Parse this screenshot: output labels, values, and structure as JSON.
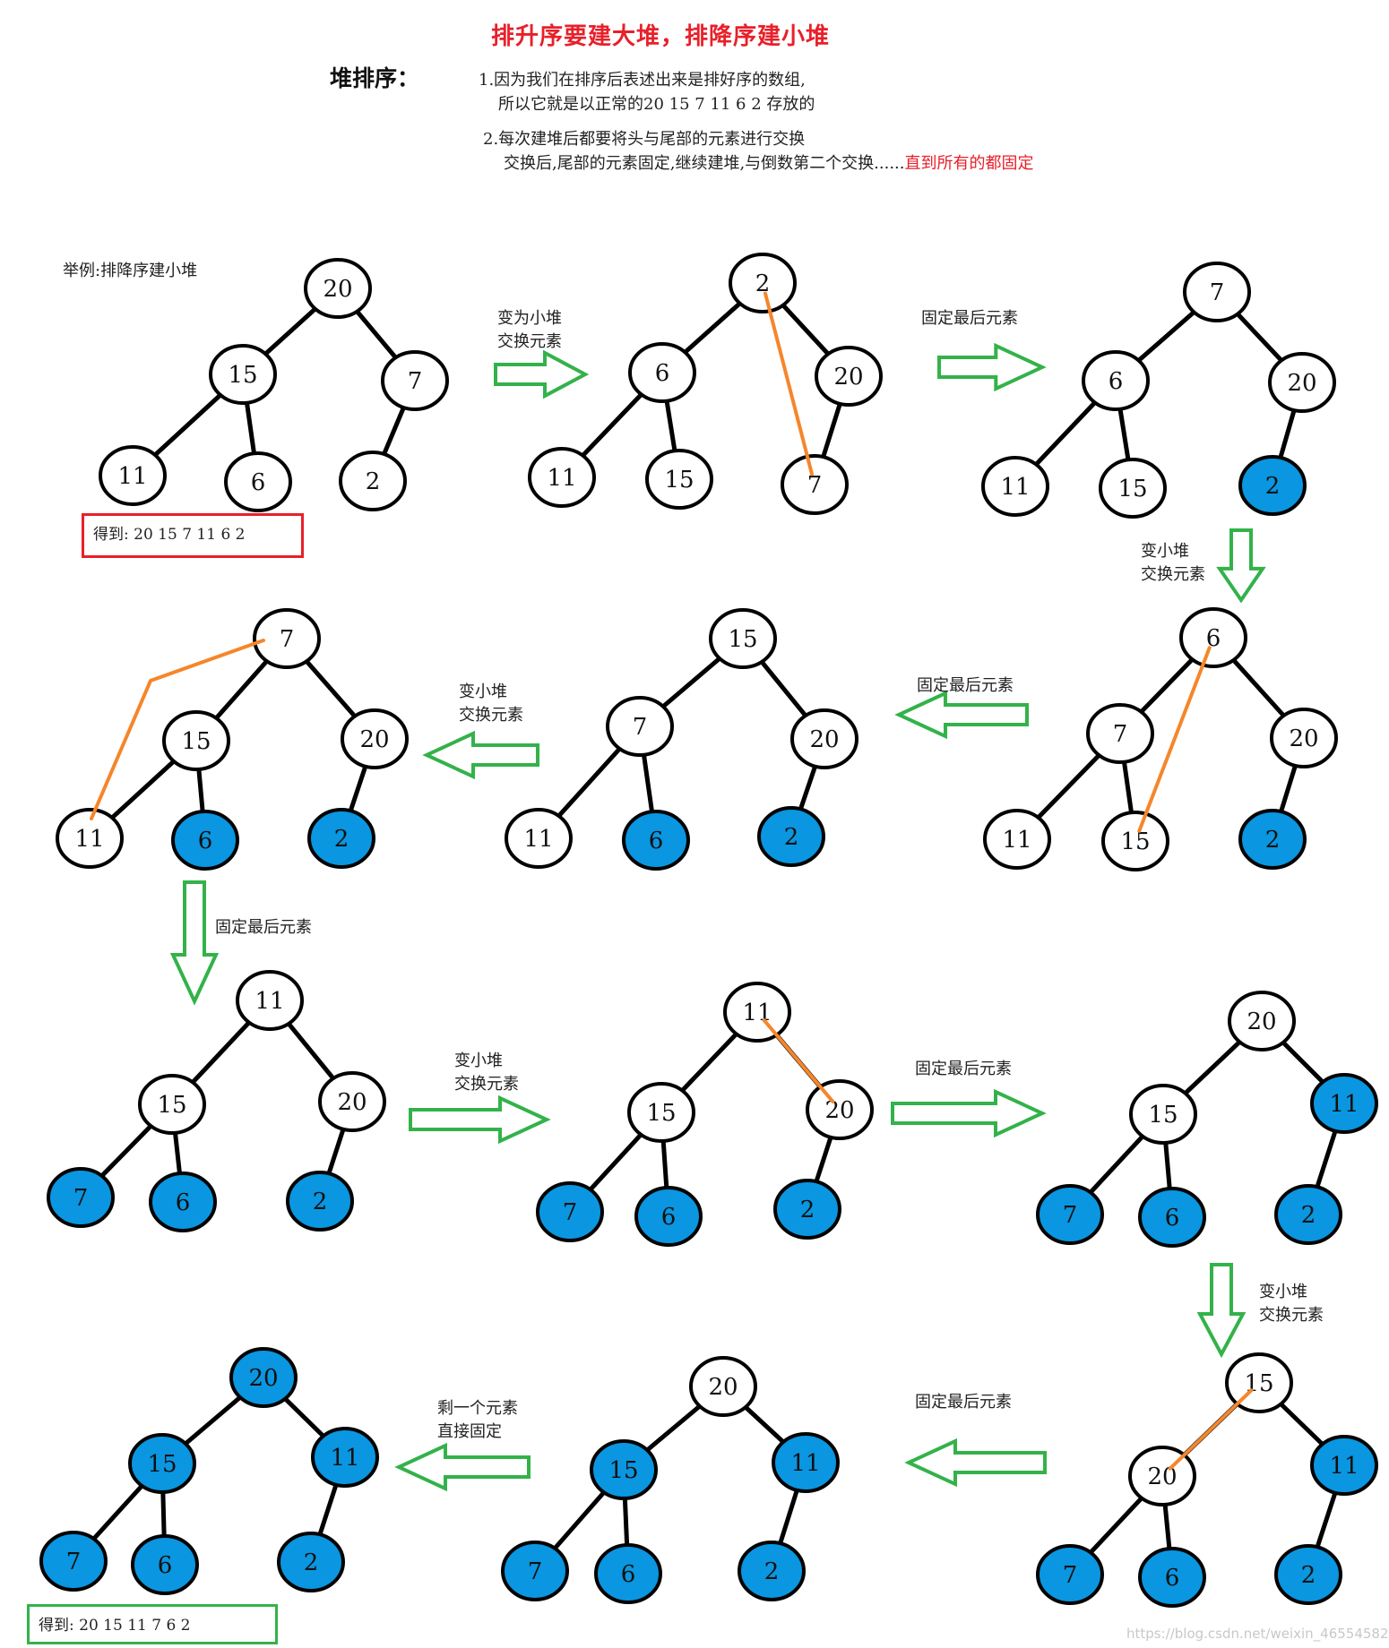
{
  "title": "排升序要建大堆，排降序建小堆",
  "heading": "堆排序：",
  "notes": {
    "n1_line1": "1.因为我们在排序后表述出来是排好序的数组,",
    "n1_line2": "所以它就是以正常的20 15 7 11 6 2 存放的",
    "n2_line1": "2.每次建堆后都要将头与尾部的元素进行交换",
    "n2_line2": "交换后,尾部的元素固定,继续建堆,与倒数第二个交换......",
    "n2_line2_red": "直到所有的都固定"
  },
  "example_label": "举例:排降序建小堆",
  "result_start": "得到: 20 15 7 11 6 2",
  "result_end": "得到: 20 15 11 7 6 2",
  "arrow_labels": {
    "a1": [
      "变为小堆",
      "交换元素"
    ],
    "a2": [
      "固定最后元素"
    ],
    "a3": [
      "变小堆",
      "交换元素"
    ],
    "a4": [
      "固定最后元素"
    ],
    "a5": [
      "变小堆",
      "交换元素"
    ],
    "a6": [
      "固定最后元素"
    ],
    "a7": [
      "变小堆",
      "交换元素"
    ],
    "a8": [
      "固定最后元素"
    ],
    "a9": [
      "变小堆",
      "交换元素"
    ],
    "a10": [
      "固定最后元素"
    ],
    "a11": [
      "剩一个元素",
      "直接固定"
    ]
  },
  "trees": [
    {
      "nodes": [
        "20",
        "15",
        "7",
        "11",
        "6",
        "2"
      ],
      "fixed": [],
      "swap": null
    },
    {
      "nodes": [
        "2",
        "6",
        "20",
        "11",
        "15",
        "7"
      ],
      "fixed": [],
      "swap": [
        0,
        5
      ]
    },
    {
      "nodes": [
        "7",
        "6",
        "20",
        "11",
        "15",
        "2"
      ],
      "fixed": [
        5
      ],
      "swap": null
    },
    {
      "nodes": [
        "6",
        "7",
        "20",
        "11",
        "15",
        "2"
      ],
      "fixed": [
        5
      ],
      "swap": [
        0,
        4
      ]
    },
    {
      "nodes": [
        "15",
        "7",
        "20",
        "11",
        "6",
        "2"
      ],
      "fixed": [
        4,
        5
      ],
      "swap": null
    },
    {
      "nodes": [
        "7",
        "15",
        "20",
        "11",
        "6",
        "2"
      ],
      "fixed": [
        4,
        5
      ],
      "swap": [
        0,
        3
      ]
    },
    {
      "nodes": [
        "11",
        "15",
        "20",
        "7",
        "6",
        "2"
      ],
      "fixed": [
        3,
        4,
        5
      ],
      "swap": null
    },
    {
      "nodes": [
        "11",
        "15",
        "20",
        "7",
        "6",
        "2"
      ],
      "fixed": [
        3,
        4,
        5
      ],
      "swap": [
        0,
        2
      ]
    },
    {
      "nodes": [
        "20",
        "15",
        "11",
        "7",
        "6",
        "2"
      ],
      "fixed": [
        2,
        3,
        4,
        5
      ],
      "swap": null
    },
    {
      "nodes": [
        "15",
        "20",
        "11",
        "7",
        "6",
        "2"
      ],
      "fixed": [
        2,
        3,
        4,
        5
      ],
      "swap": [
        0,
        1
      ]
    },
    {
      "nodes": [
        "20",
        "15",
        "11",
        "7",
        "6",
        "2"
      ],
      "fixed": [
        1,
        2,
        3,
        4,
        5
      ],
      "swap": null
    },
    {
      "nodes": [
        "20",
        "15",
        "11",
        "7",
        "6",
        "2"
      ],
      "fixed": [
        0,
        1,
        2,
        3,
        4,
        5
      ],
      "swap": null
    }
  ],
  "colors": {
    "fixed_fill": "#0a96e0",
    "swap_line": "#f5862a",
    "arrow": "#33b24a",
    "title_red": "#e8202a",
    "box_red": "#e8202a",
    "box_green": "#33b24a"
  },
  "watermark": "https://blog.csdn.net/weixin_46554582"
}
